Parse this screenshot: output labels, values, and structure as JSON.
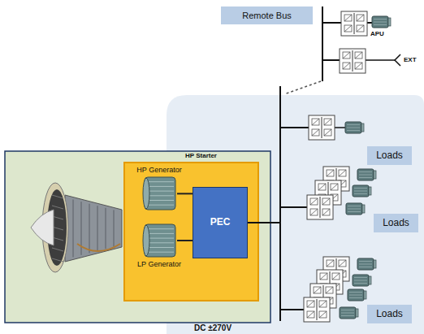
{
  "diagram": {
    "nodes": [
      {
        "text": [
          "Remote Bus"
        ]
      },
      {
        "text": [
          "DC ±270V"
        ]
      },
      {
        "text": [
          "HP Starter"
        ]
      },
      {
        "text": [
          "HP Generator"
        ],
        "in": 2
      },
      {
        "text": [
          "LP Generator"
        ],
        "in": 2
      },
      {
        "text": [
          "PEC"
        ],
        "in": 2
      },
      {
        "text": [
          "Loads"
        ],
        "in": 1
      },
      {
        "text": [
          "Loads"
        ],
        "in": 1
      },
      {
        "text": [
          "Loads"
        ],
        "in": 1
      }
    ],
    "edges": [
      {
        "from": 3,
        "to": 5,
        "arrow": "none"
      },
      {
        "from": 4,
        "to": 5,
        "arrow": "none"
      }
    ],
    "labels": [
      "APU",
      "EXT"
    ]
  }
}
